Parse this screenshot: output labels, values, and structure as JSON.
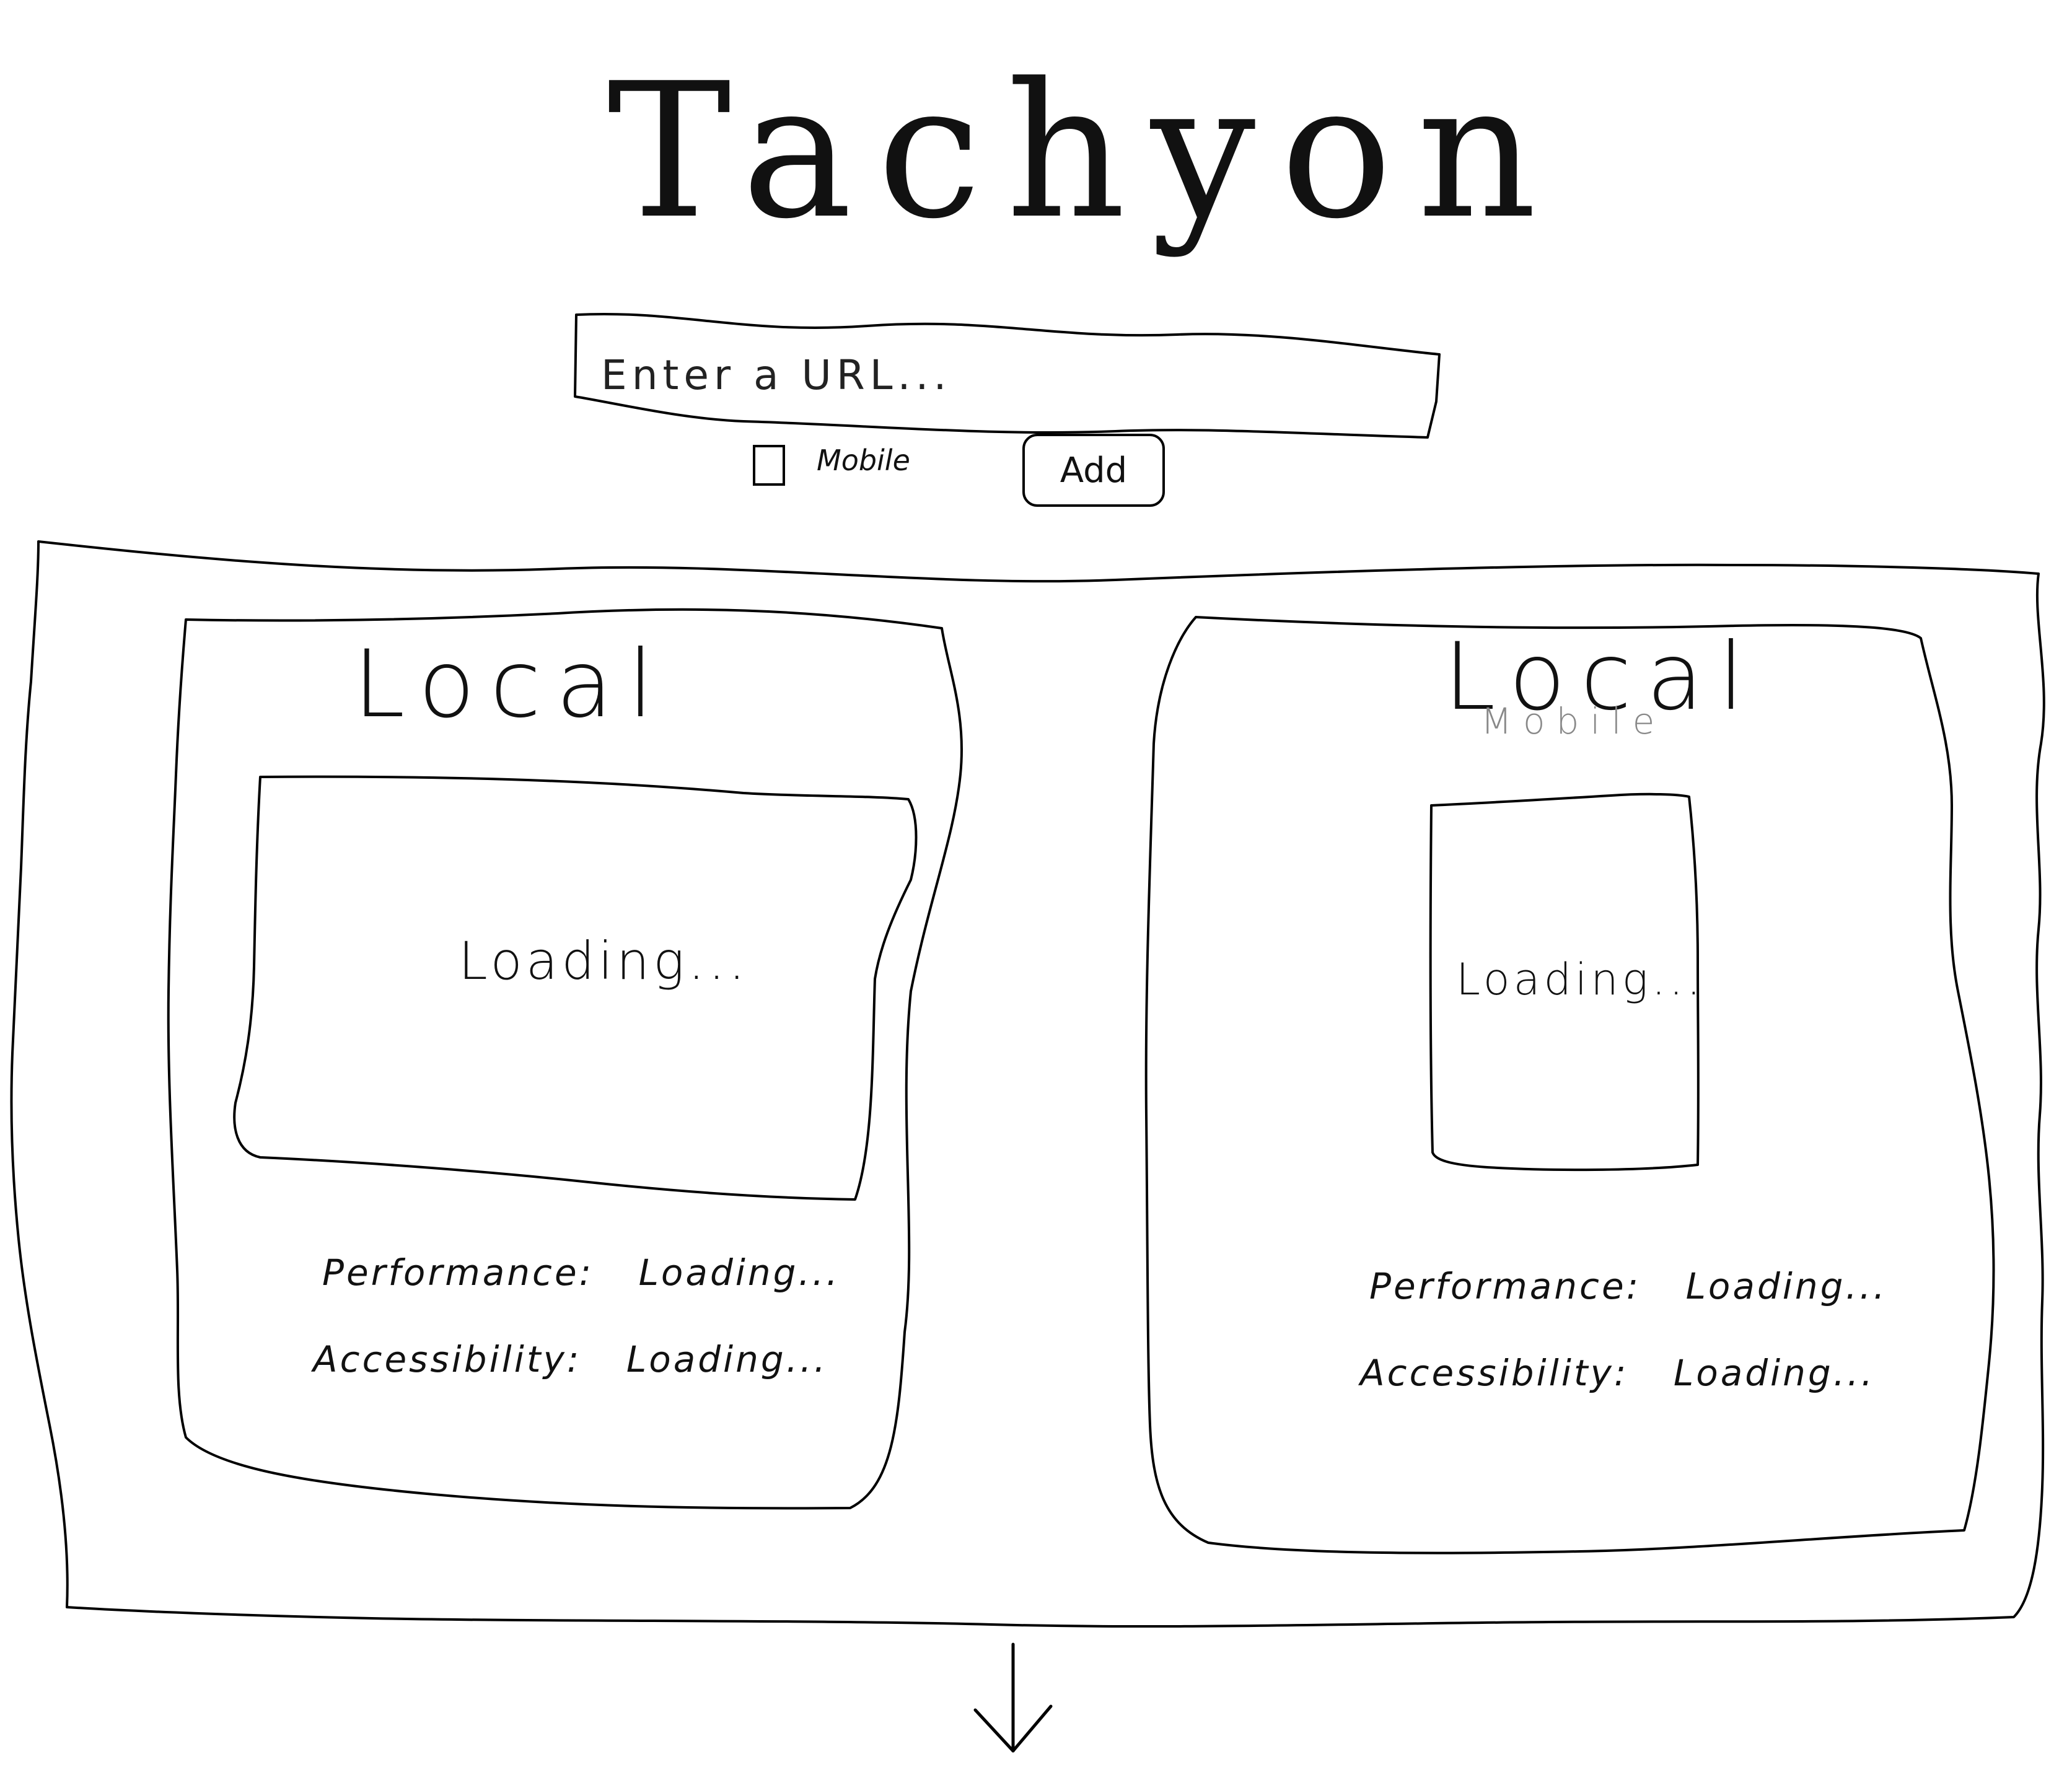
{
  "app": {
    "title": "Tachyon"
  },
  "search": {
    "placeholder": "Enter a URL...",
    "value": ""
  },
  "controls": {
    "mobile_label": "Mobile",
    "mobile_checked": false,
    "add_label": "Add"
  },
  "results": {
    "cards": [
      {
        "title": "Local",
        "subtitle": "",
        "preview_status": "Loading...",
        "performance_label": "Performance:",
        "performance_value": "Loading...",
        "accessibility_label": "Accessibility:",
        "accessibility_value": "Loading..."
      },
      {
        "title": "Local",
        "subtitle": "Mobile",
        "preview_status": "Loading...",
        "performance_label": "Performance:",
        "performance_value": "Loading...",
        "accessibility_label": "Accessibility:",
        "accessibility_value": "Loading..."
      }
    ]
  },
  "icons": {
    "scroll": "arrow-down-icon"
  }
}
